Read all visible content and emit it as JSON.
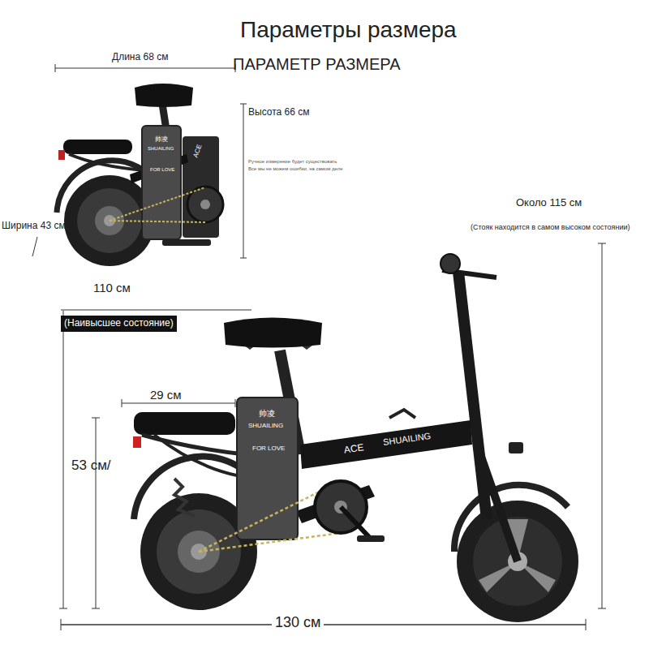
{
  "diagram": {
    "title": "Параметры размера",
    "nodes": [
      {
        "text": [
          "(Наивысшее состояние)"
        ]
      }
    ],
    "labels": [
      "ПАРАМЕТР РАЗМЕРА",
      "Длина 68 см",
      "Высота 66 см",
      "Ручное измерение будет существовать",
      "Все мы не можем ошибки, на самом деле",
      "Ширина 43 см",
      "帅凌",
      "SHUAILING",
      "FOR LOVE",
      "ACE",
      "Около 115 см",
      "(Стояк находится в самом высоком состоянии)",
      "110 см",
      "29 см",
      "53 см/",
      "帅凌",
      "SHUAILING",
      "FOR LOVE",
      "ACE",
      "SHUAILING",
      "130 см"
    ]
  }
}
